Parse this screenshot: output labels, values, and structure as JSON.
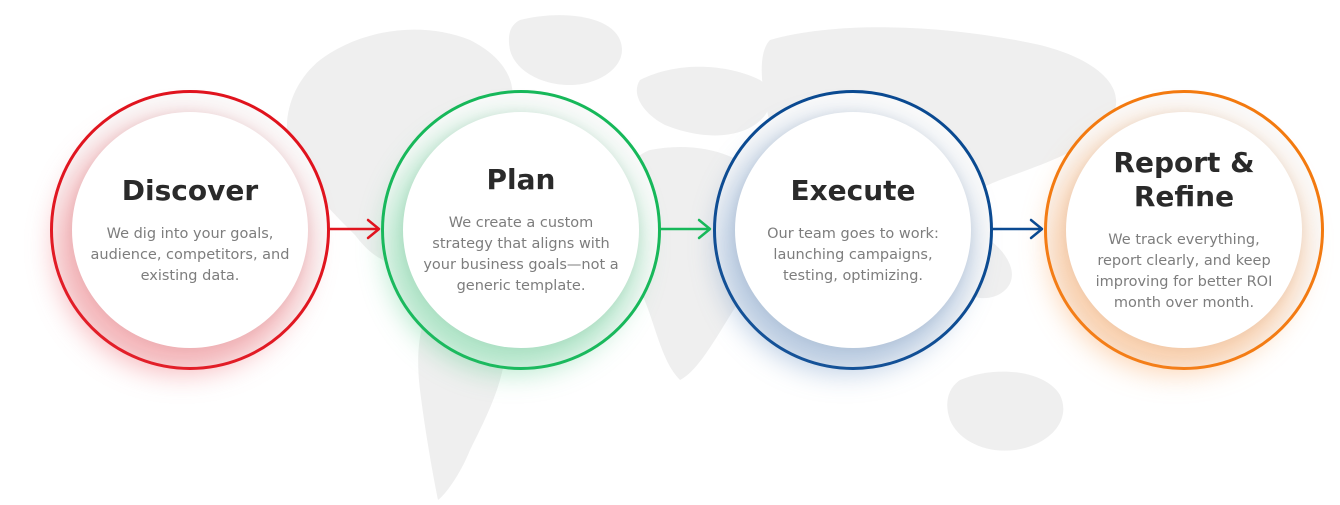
{
  "steps": [
    {
      "title": "Discover",
      "description": "We dig into your goals, audience, competitors, and existing data.",
      "color": "#e0141e",
      "glow": "rgba(233,66,76,0.38)"
    },
    {
      "title": "Plan",
      "description": "We create a custom strategy that aligns with your business goals—not a generic template.",
      "color": "#17b85a",
      "glow": "rgba(44,190,110,0.36)"
    },
    {
      "title": "Execute",
      "description": "Our team goes to work: launching campaigns, testing, optimizing.",
      "color": "#0b4a91",
      "glow": "rgba(60,110,175,0.34)"
    },
    {
      "title": "Report & Refine",
      "description": "We track everything, report clearly, and keep improving for better ROI month over month.",
      "color": "#f37a10",
      "glow": "rgba(246,140,50,0.38)"
    }
  ],
  "connectors": [
    {
      "color": "#e0141e"
    },
    {
      "color": "#17b85a"
    },
    {
      "color": "#0b4a91"
    }
  ],
  "background": {
    "map_color": "#efefef"
  }
}
